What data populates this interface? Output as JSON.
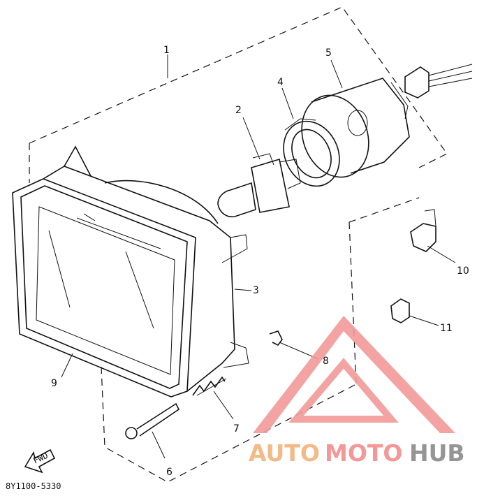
{
  "diagram": {
    "callouts": [
      "1",
      "2",
      "3",
      "4",
      "5",
      "6",
      "7",
      "8",
      "9",
      "10",
      "11"
    ],
    "arrow_label": "FWD",
    "part_code": "8Y1100-5330"
  },
  "watermark": {
    "part1": "AUTO",
    "part2": "MOTO",
    "part3": "HUB",
    "colors": {
      "auto": "#f2b27a",
      "moto": "#f28c8c",
      "hub": "#8a8a8a",
      "triangle": "#f39a9a"
    }
  }
}
